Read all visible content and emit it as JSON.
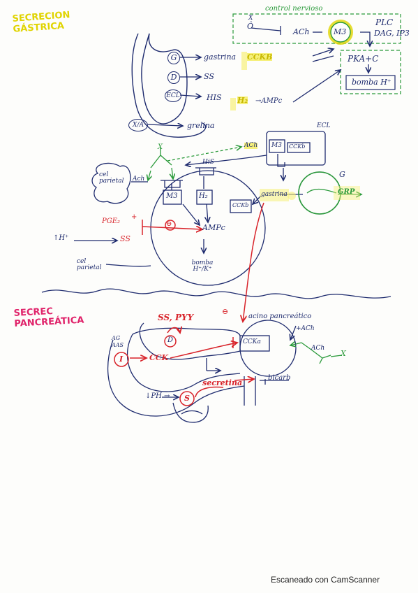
{
  "titles": {
    "gastric": "SECRECION GÁSTRICA",
    "pancreatic": "SECREC PANCREÁTICA"
  },
  "nerve_box": {
    "title": "control nervioso",
    "x_symbol": "X",
    "o_symbol": "Ô",
    "ach": "ACh",
    "m3": "M3",
    "plc": "PLC",
    "dag": "DAG, IP3",
    "pka": "PKA+C",
    "pump": "bomba H⁺"
  },
  "stomach": {
    "g": "G",
    "d": "D",
    "ecl": "ECL",
    "xa": "X/A",
    "gastrina": "gastrina",
    "ss": "SS",
    "his": "HIS",
    "cckb": "CCKB",
    "h2": "H₂",
    "ampc": "→AMPc",
    "grelina": "grelina"
  },
  "parietal": {
    "ecl_label": "ECL",
    "ach": "ACh",
    "m3": "M3",
    "cckb": "CCKb",
    "x": "X",
    "cel_parietal": "cel parietal",
    "ach2": "Ach",
    "his": "HiS",
    "m3b": "M3",
    "h2": "H₂",
    "cckb2": "CCKb",
    "gastrina": "gastrina",
    "g": "G",
    "grp": "GRP",
    "pgel": "PGE₂",
    "plus": "+",
    "ss": "SS",
    "minus": "⊖",
    "ampc": "AMPc",
    "bomba": "bomba H⁺/K⁺",
    "hh": "↑H⁺",
    "cel_parietal2": "cel parietal"
  },
  "pancreas": {
    "minus": "⊖",
    "acino": "acino pancreático",
    "ss_pyy": "SS, PYY",
    "ag": "AG",
    "aas": "AAS",
    "d": "D",
    "i": "I",
    "cck": "CCK",
    "cckb": "CCKa",
    "ach_plus": "+ACh",
    "ach": "ACh",
    "x": "X",
    "ph": "↓PH →",
    "s": "S",
    "secretina": "secretina",
    "bicarb": "bicarb"
  },
  "footer": "Escaneado con CamScanner"
}
